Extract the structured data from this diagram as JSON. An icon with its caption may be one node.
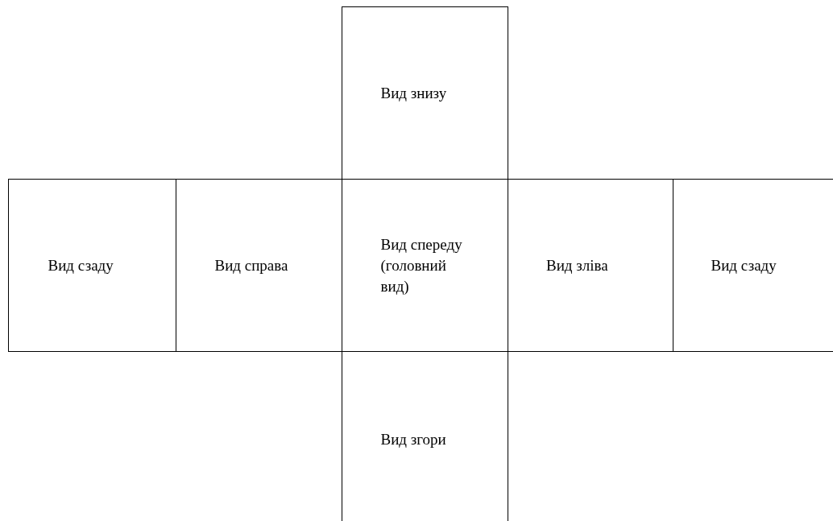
{
  "diagram": {
    "nodes": [
      {
        "text": [
          "Вид знизу"
        ]
      },
      {
        "text": [
          "Вид сзаду"
        ]
      },
      {
        "text": [
          "Вид справа"
        ]
      },
      {
        "text": [
          "Вид спереду (головний вид)"
        ]
      },
      {
        "text": [
          "Вид зліва"
        ]
      },
      {
        "text": [
          "Вид сзаду"
        ]
      },
      {
        "text": [
          "Вид згори"
        ]
      }
    ]
  }
}
